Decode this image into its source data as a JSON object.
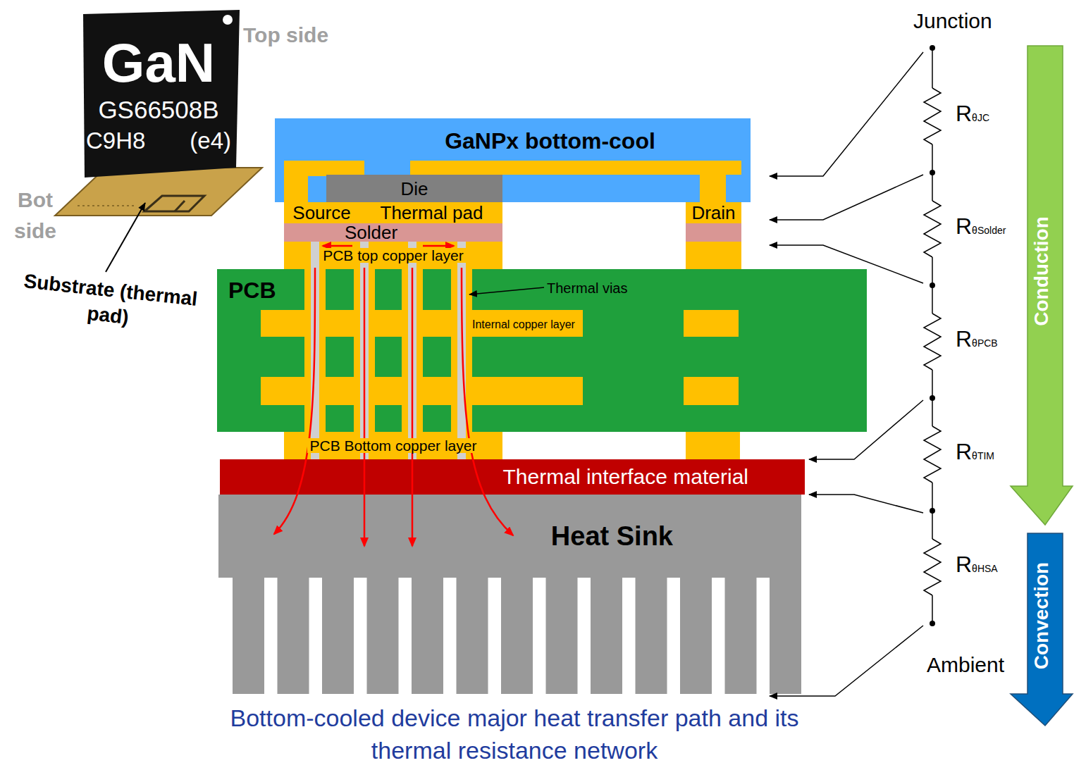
{
  "diagram": {
    "caption": "Bottom-cooled device major heat transfer path and its thermal resistance network",
    "nodes": [
      {
        "text": [
          "GaN",
          "GS66508B",
          "C9H8",
          "(e4)"
        ]
      },
      {
        "text": [
          "GaNPx bottom-cool"
        ]
      },
      {
        "text": [
          "Die"
        ],
        "in": 1
      },
      {
        "text": [
          "Source"
        ]
      },
      {
        "text": [
          "Thermal pad"
        ]
      },
      {
        "text": [
          "Drain"
        ]
      },
      {
        "text": [
          "Solder"
        ]
      },
      {
        "text": [
          "PCB top copper layer"
        ]
      },
      {
        "text": [
          "PCB"
        ]
      },
      {
        "text": [
          "PCB Bottom copper layer"
        ]
      },
      {
        "text": [
          "Thermal interface material"
        ]
      },
      {
        "text": [
          "Heat Sink"
        ]
      },
      {
        "text": [
          "Conduction"
        ]
      },
      {
        "text": [
          "Convection"
        ]
      }
    ],
    "labels": [
      "Top side",
      "Bot side",
      "Substrate (thermal pad)",
      "Thermal vias",
      "Internal copper layer",
      "Junction",
      "RθJC",
      "RθSolder",
      "RθPCB",
      "RθTIM",
      "RθHSA",
      "Ambient"
    ]
  }
}
